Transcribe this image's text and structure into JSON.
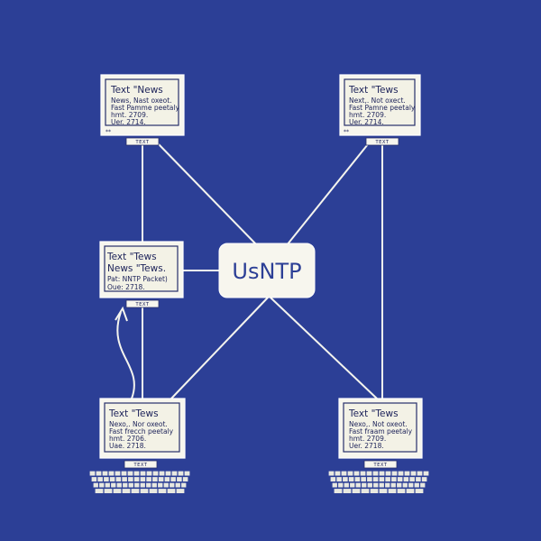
{
  "hub": {
    "label": "UsNTP"
  },
  "nodes": [
    {
      "id": "top-left",
      "title": "Text \"News",
      "lines": [
        "News, Nast oxeot.",
        "Fast Pamme peetaly",
        "hmt. 2709.",
        "Uer. 2714."
      ],
      "dot": "**",
      "tag": "TEXT",
      "keyboard": false
    },
    {
      "id": "top-right",
      "title": "Text \"Tews",
      "lines": [
        "Next,. Not oxect.",
        "Fast Pamne peetaly",
        "hmt. 2709.",
        "Uer. 2714."
      ],
      "dot": "**",
      "tag": "TEXT",
      "keyboard": false
    },
    {
      "id": "middle-left",
      "title": "Text \"Tews",
      "lines": [
        "News \"Tews.",
        "Pat: NNTP Packet)",
        "Oue: 2718."
      ],
      "dot": "",
      "tag": "TEXT",
      "keyboard": false
    },
    {
      "id": "bottom-left",
      "title": "Text \"Tews",
      "lines": [
        "Nexo,. Nor oxeot.",
        "Fast frecch peetaly",
        "hmt. 2706.",
        "Uae. 2718."
      ],
      "dot": "",
      "tag": "TEXT",
      "keyboard": true
    },
    {
      "id": "bottom-right",
      "title": "Text \"Tews",
      "lines": [
        "Nexo,. Not oxeot.",
        "Fast fraam peetaly",
        "hmt. 2709.",
        "Uer. 2718."
      ],
      "dot": "",
      "tag": "TEXT",
      "keyboard": true
    }
  ],
  "colors": {
    "background": "#2c3f96",
    "panel": "#f7f6ee",
    "ink": "#1c2259",
    "line": "#f4f4ee"
  }
}
